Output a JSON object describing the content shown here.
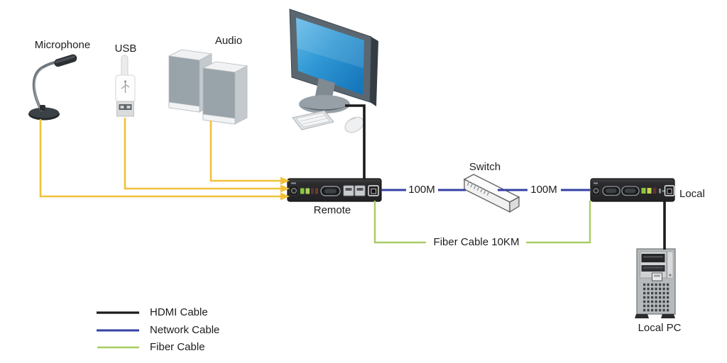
{
  "diagram": {
    "labels": {
      "microphone": "Microphone",
      "usb": "USB",
      "audio": "Audio",
      "remote": "Remote",
      "switch": "Switch",
      "local": "Local",
      "local_pc": "Local PC",
      "link_left": "100M",
      "link_right": "100M",
      "fiber_link": "Fiber Cable 10KM"
    },
    "legend": {
      "items": [
        {
          "label": "HDMI Cable",
          "color": "#1c1c1c"
        },
        {
          "label": "Network Cable",
          "color": "#3440a6"
        },
        {
          "label": "Fiber Cable",
          "color": "#a8cc63"
        }
      ]
    },
    "colors": {
      "hdmi_cable": "#1c1c1c",
      "network_cable": "#3440a6",
      "fiber_cable": "#a8cc63",
      "analog_cable": "#f0c23a"
    }
  }
}
